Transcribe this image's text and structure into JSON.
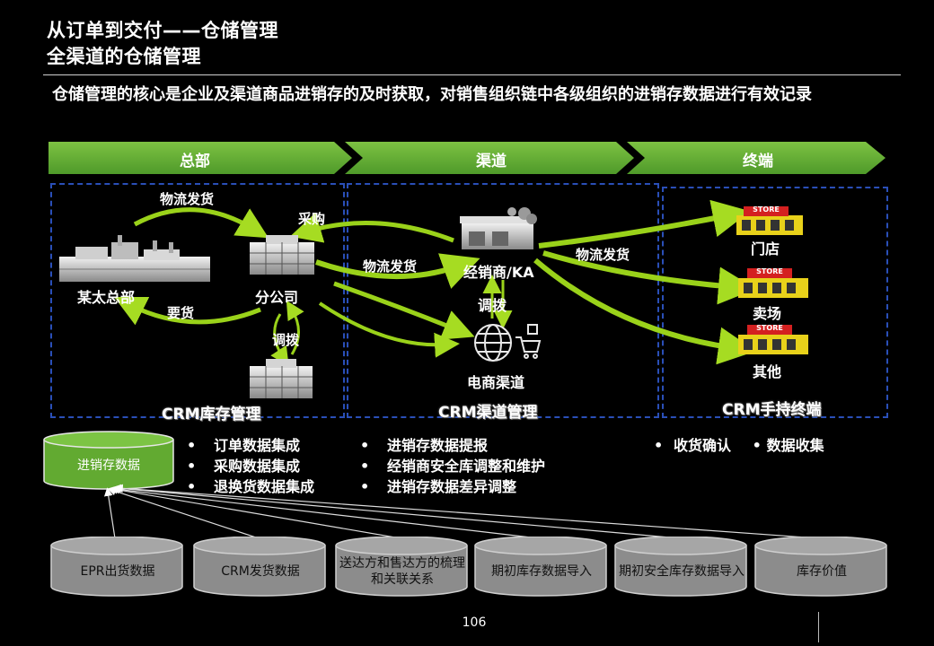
{
  "title_line1": "从订单到交付——仓储管理",
  "title_line2": "全渠道的仓储管理",
  "intro": "仓储管理的核心是企业及渠道商品进销存的及时获取，对销售组织链中各级组织的进销存数据进行有效记录",
  "stages": [
    "总部",
    "渠道",
    "终端"
  ],
  "hq": {
    "logistics_ship": "物流发货",
    "purchase": "采购",
    "hq_name": "某太总部",
    "branch": "分公司",
    "request": "要货",
    "transfer": "调拨",
    "crm": "CRM库存管理",
    "bullets": [
      "订单数据集成",
      "采购数据集成",
      "退换货数据集成"
    ]
  },
  "channel": {
    "logistics_ship": "物流发货",
    "dealer": "经销商/KA",
    "transfer": "调拨",
    "ecommerce": "电商渠道",
    "crm": "CRM渠道管理",
    "bullets": [
      "进销存数据提报",
      "经销商安全库调整和维护",
      "进销存数据差异调整"
    ]
  },
  "terminal": {
    "logistics_ship": "物流发货",
    "stores": [
      "门店",
      "卖场",
      "其他"
    ],
    "store_sign": "STORE",
    "crm": "CRM手持终端",
    "bullets": [
      "收货确认",
      "数据收集"
    ]
  },
  "main_db": "进销存数据",
  "sources": [
    "EPR出货数据",
    "CRM发货数据",
    "送达方和售达方的梳理和关联关系",
    "期初库存数据导入",
    "期初安全库存数据导入",
    "库存价值"
  ],
  "page_number": "106",
  "colors": {
    "accent_green": "#6cb33f",
    "arrow_green": "#9ad21a",
    "dash_blue": "#2a4fb8"
  }
}
